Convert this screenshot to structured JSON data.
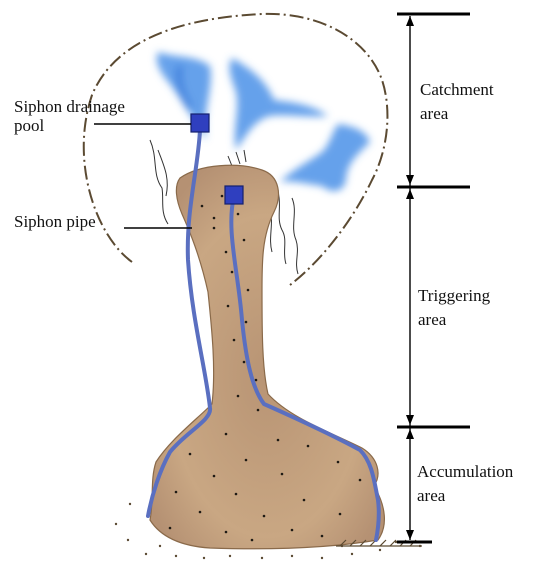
{
  "left_labels": {
    "pool_line1": "Siphon drainage",
    "pool_line2": "pool",
    "pipe": "Siphon pipe"
  },
  "zones": [
    {
      "line1": "Catchment",
      "line2": "area"
    },
    {
      "line1": "Triggering",
      "line2": "area"
    },
    {
      "line1": "Accumulation",
      "line2": "area"
    }
  ],
  "colors": {
    "boundary": "#5b4a32",
    "sediment": "#c9a27e",
    "sediment_edge": "#8a6a4a",
    "pipe": "#5a6fc0",
    "pool": "#2f3fbf",
    "water": "#4a90e8",
    "bracket": "#000000"
  }
}
